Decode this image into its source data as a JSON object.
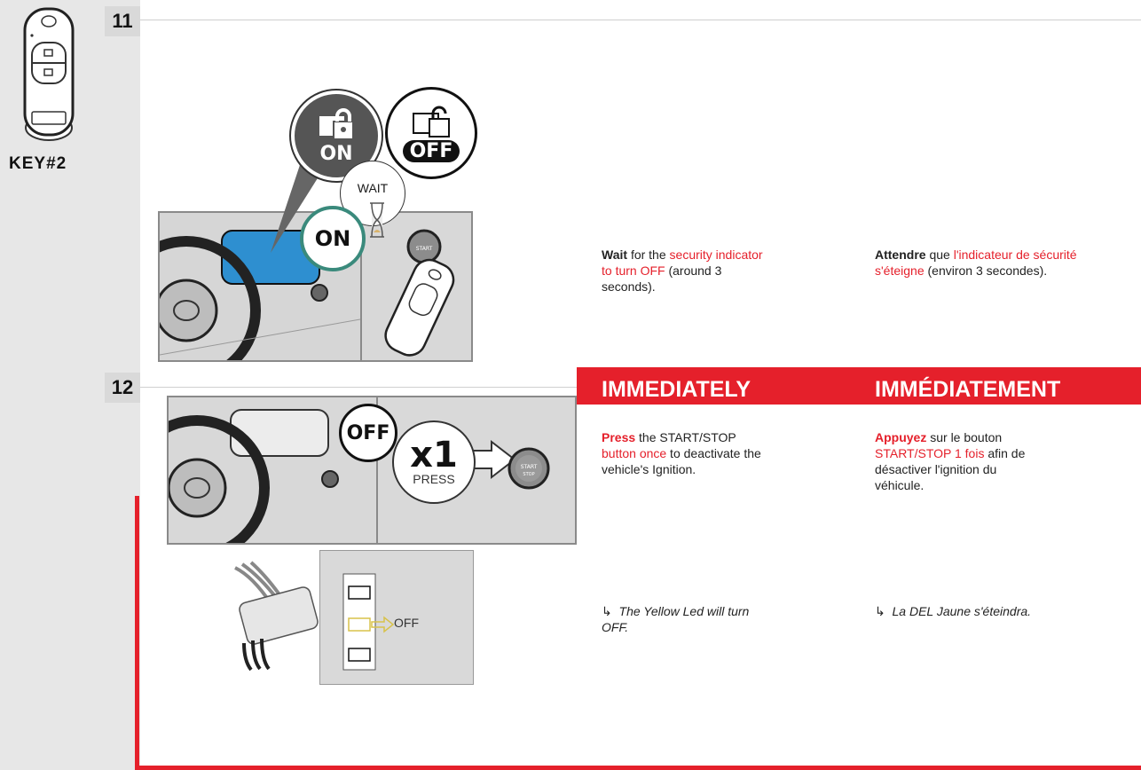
{
  "key_label": "KEY#2",
  "steps": [
    {
      "number": "11",
      "icon_on_label": "ON",
      "icon_off_label": "OFF",
      "wait_label": "WAIT",
      "ring_label": "ON",
      "fob_start_text": "START",
      "en": {
        "bold": "Wait",
        "pre": "for the ",
        "highlight": "security indicator to turn OFF",
        "post": " (around 3 seconds)."
      },
      "fr": {
        "bold": "Attendre",
        "pre": " que ",
        "highlight": "l'indicateur de sécurité s'éteigne",
        "post": " (environ 3 secondes)."
      }
    },
    {
      "number": "12",
      "banner_en": "IMMEDIATELY",
      "banner_fr": "IMMÉDIATEMENT",
      "off_badge": "OFF",
      "x1_label": "x1",
      "press_label": "PRESS",
      "button_text_1": "START",
      "button_text_2": "STOP",
      "led_label": "OFF",
      "en": {
        "bold": "Press",
        "pre": " the START/STOP ",
        "highlight": "button once",
        "post": " to deactivate the vehicle's Ignition."
      },
      "fr": {
        "bold": "Appuyez",
        "pre": " sur le bouton ",
        "highlight": "START/STOP 1 fois",
        "post": " afin de désactiver l'ignition du véhicule."
      },
      "note_en": {
        "arrow": "↳",
        "text": "The Yellow Led will turn OFF."
      },
      "note_fr": {
        "arrow": "↳",
        "text": "La DEL Jaune s'éteindra."
      }
    }
  ],
  "colors": {
    "accent_red": "#e5202b",
    "led_yellow": "#d8c24a",
    "teal": "#3a8a7c",
    "screen_blue": "#2e8fd0"
  }
}
